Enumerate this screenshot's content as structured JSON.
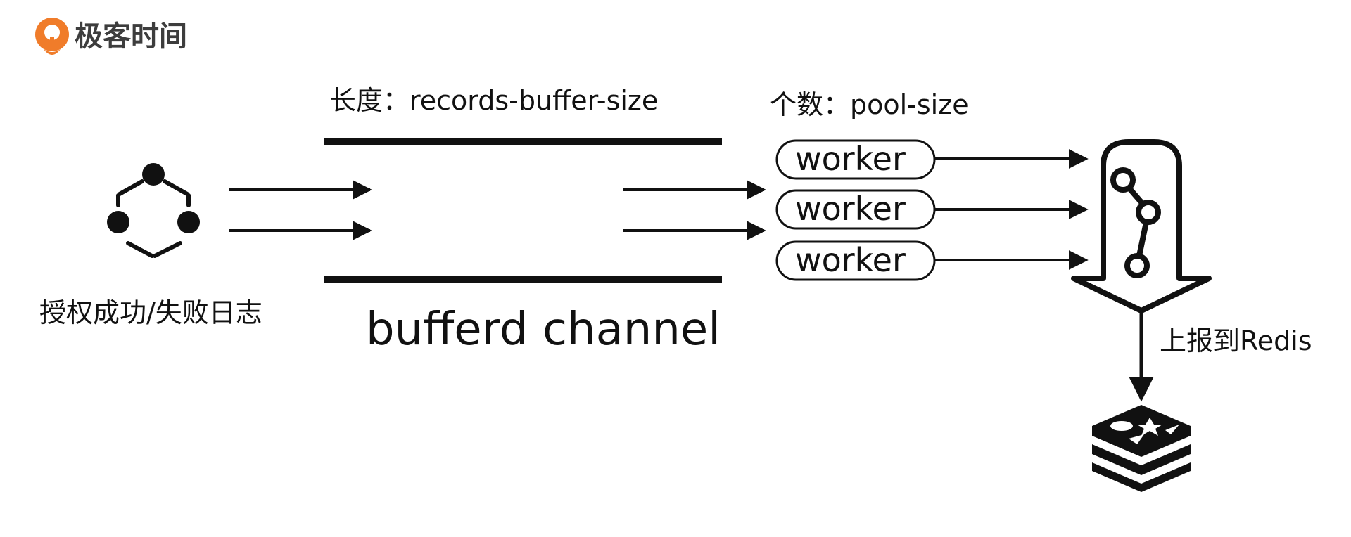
{
  "brand": {
    "name": "极客时间",
    "accent_color": "#f07c2a",
    "icon": "geektime-logo-icon"
  },
  "diagram": {
    "source_label": "授权成功/失败日志",
    "source_icon": "network-nodes-icon",
    "channel_length_label": "长度：records-buffer-size",
    "channel_name": "bufferd channel",
    "pool_label": "个数：pool-size",
    "workers": [
      "worker",
      "worker",
      "worker"
    ],
    "merge_icon": "git-merge-icon",
    "report_label": "上报到Redis",
    "target_icon": "redis-logo-icon"
  }
}
